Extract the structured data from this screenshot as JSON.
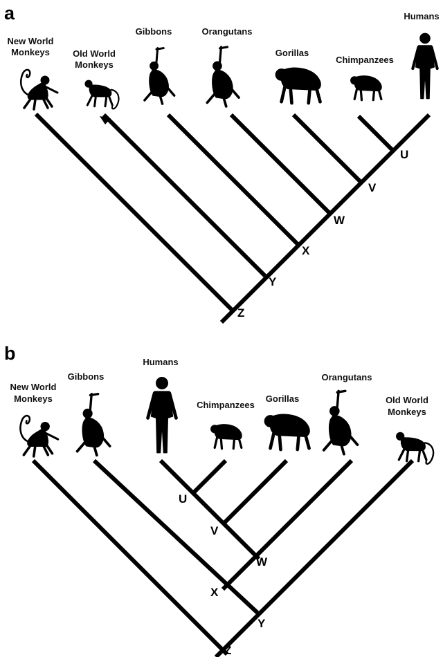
{
  "panels": [
    {
      "letter": "a",
      "taxa": [
        {
          "lines": [
            "New World",
            "Monkeys"
          ],
          "icon": "monkey-icon"
        },
        {
          "lines": [
            "Old World",
            "Monkeys"
          ],
          "icon": "monkey-icon"
        },
        {
          "lines": [
            "Gibbons"
          ],
          "icon": "hanging-ape-icon"
        },
        {
          "lines": [
            "Orangutans"
          ],
          "icon": "hanging-ape-icon"
        },
        {
          "lines": [
            "Gorillas"
          ],
          "icon": "knuckle-walking-ape-icon"
        },
        {
          "lines": [
            "Chimpanzees"
          ],
          "icon": "knuckle-walking-ape-icon"
        },
        {
          "lines": [
            "Humans"
          ],
          "icon": "human-icon"
        }
      ],
      "nodes": [
        "U",
        "V",
        "W",
        "X",
        "Y",
        "Z"
      ]
    },
    {
      "letter": "b",
      "taxa": [
        {
          "lines": [
            "New World",
            "Monkeys"
          ],
          "icon": "monkey-icon"
        },
        {
          "lines": [
            "Gibbons"
          ],
          "icon": "hanging-ape-icon"
        },
        {
          "lines": [
            "Humans"
          ],
          "icon": "human-icon"
        },
        {
          "lines": [
            "Chimpanzees"
          ],
          "icon": "knuckle-walking-ape-icon"
        },
        {
          "lines": [
            "Gorillas"
          ],
          "icon": "knuckle-walking-ape-icon"
        },
        {
          "lines": [
            "Orangutans"
          ],
          "icon": "hanging-ape-icon"
        },
        {
          "lines": [
            "Old World",
            "Monkeys"
          ],
          "icon": "monkey-icon"
        }
      ],
      "nodes": [
        "U",
        "V",
        "W",
        "X",
        "Y",
        "Z"
      ]
    }
  ]
}
